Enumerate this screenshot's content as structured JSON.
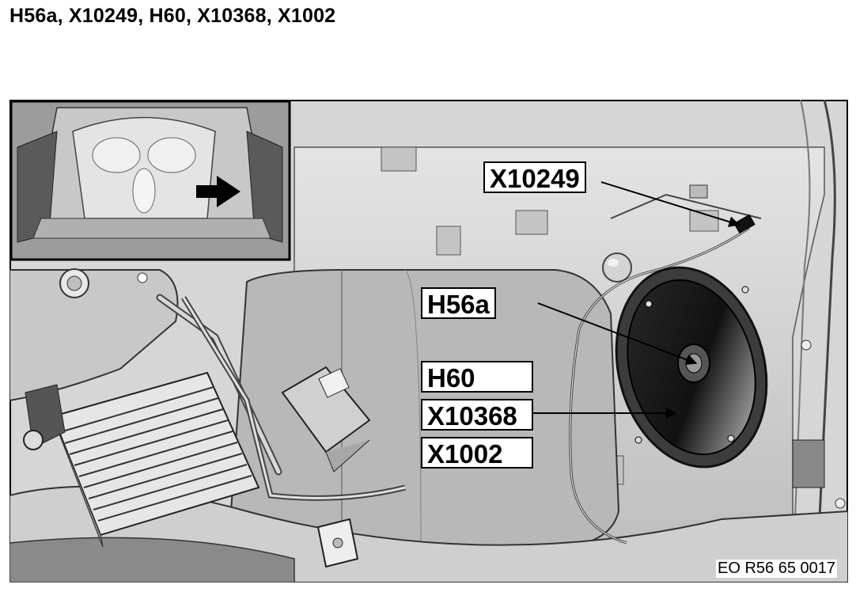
{
  "title": "H56a, X10249, H60, X10368, X1002",
  "callouts": {
    "x10249": "X10249",
    "h56a": "H56a",
    "h60": "H60",
    "x10368": "X10368",
    "x1002": "X1002"
  },
  "reference_code": "EO R56 65 0017"
}
